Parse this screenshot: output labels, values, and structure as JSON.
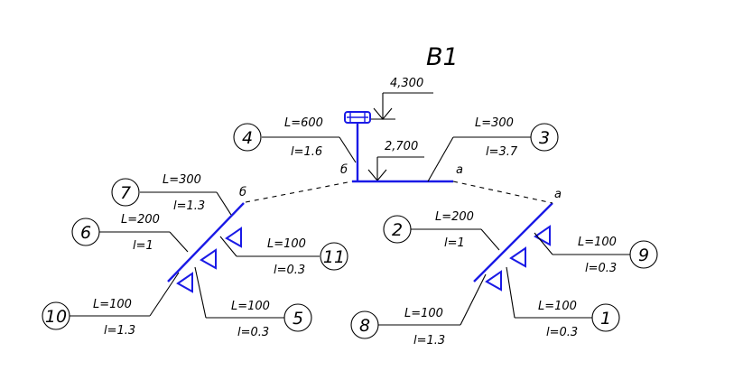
{
  "title": "B1",
  "levels": {
    "top": "4,300",
    "main": "2,700"
  },
  "branch_letters": {
    "b_left_top": "б",
    "b_upper": "б",
    "a_upper": "а",
    "a_right_top": "а"
  },
  "callouts": {
    "c4": {
      "num": "4",
      "L": "L=600",
      "l": "l=1.6"
    },
    "c3": {
      "num": "3",
      "L": "L=300",
      "l": "l=3.7"
    },
    "c7": {
      "num": "7",
      "L": "L=300",
      "l": "l=1.3"
    },
    "c6": {
      "num": "6",
      "L": "L=200",
      "l": "l=1"
    },
    "c11": {
      "num": "11",
      "L": "L=100",
      "l": "l=0.3"
    },
    "c10": {
      "num": "10",
      "L": "L=100",
      "l": "l=1.3"
    },
    "c5": {
      "num": "5",
      "L": "L=100",
      "l": "l=0.3"
    },
    "c2": {
      "num": "2",
      "L": "L=200",
      "l": "l=1"
    },
    "c9": {
      "num": "9",
      "L": "L=100",
      "l": "l=0.3"
    },
    "c8": {
      "num": "8",
      "L": "L=100",
      "l": "l=1.3"
    },
    "c1": {
      "num": "1",
      "L": "L=100",
      "l": "l=0.3"
    }
  },
  "colors": {
    "pipe": "#1a1ae6",
    "line": "#000000"
  }
}
